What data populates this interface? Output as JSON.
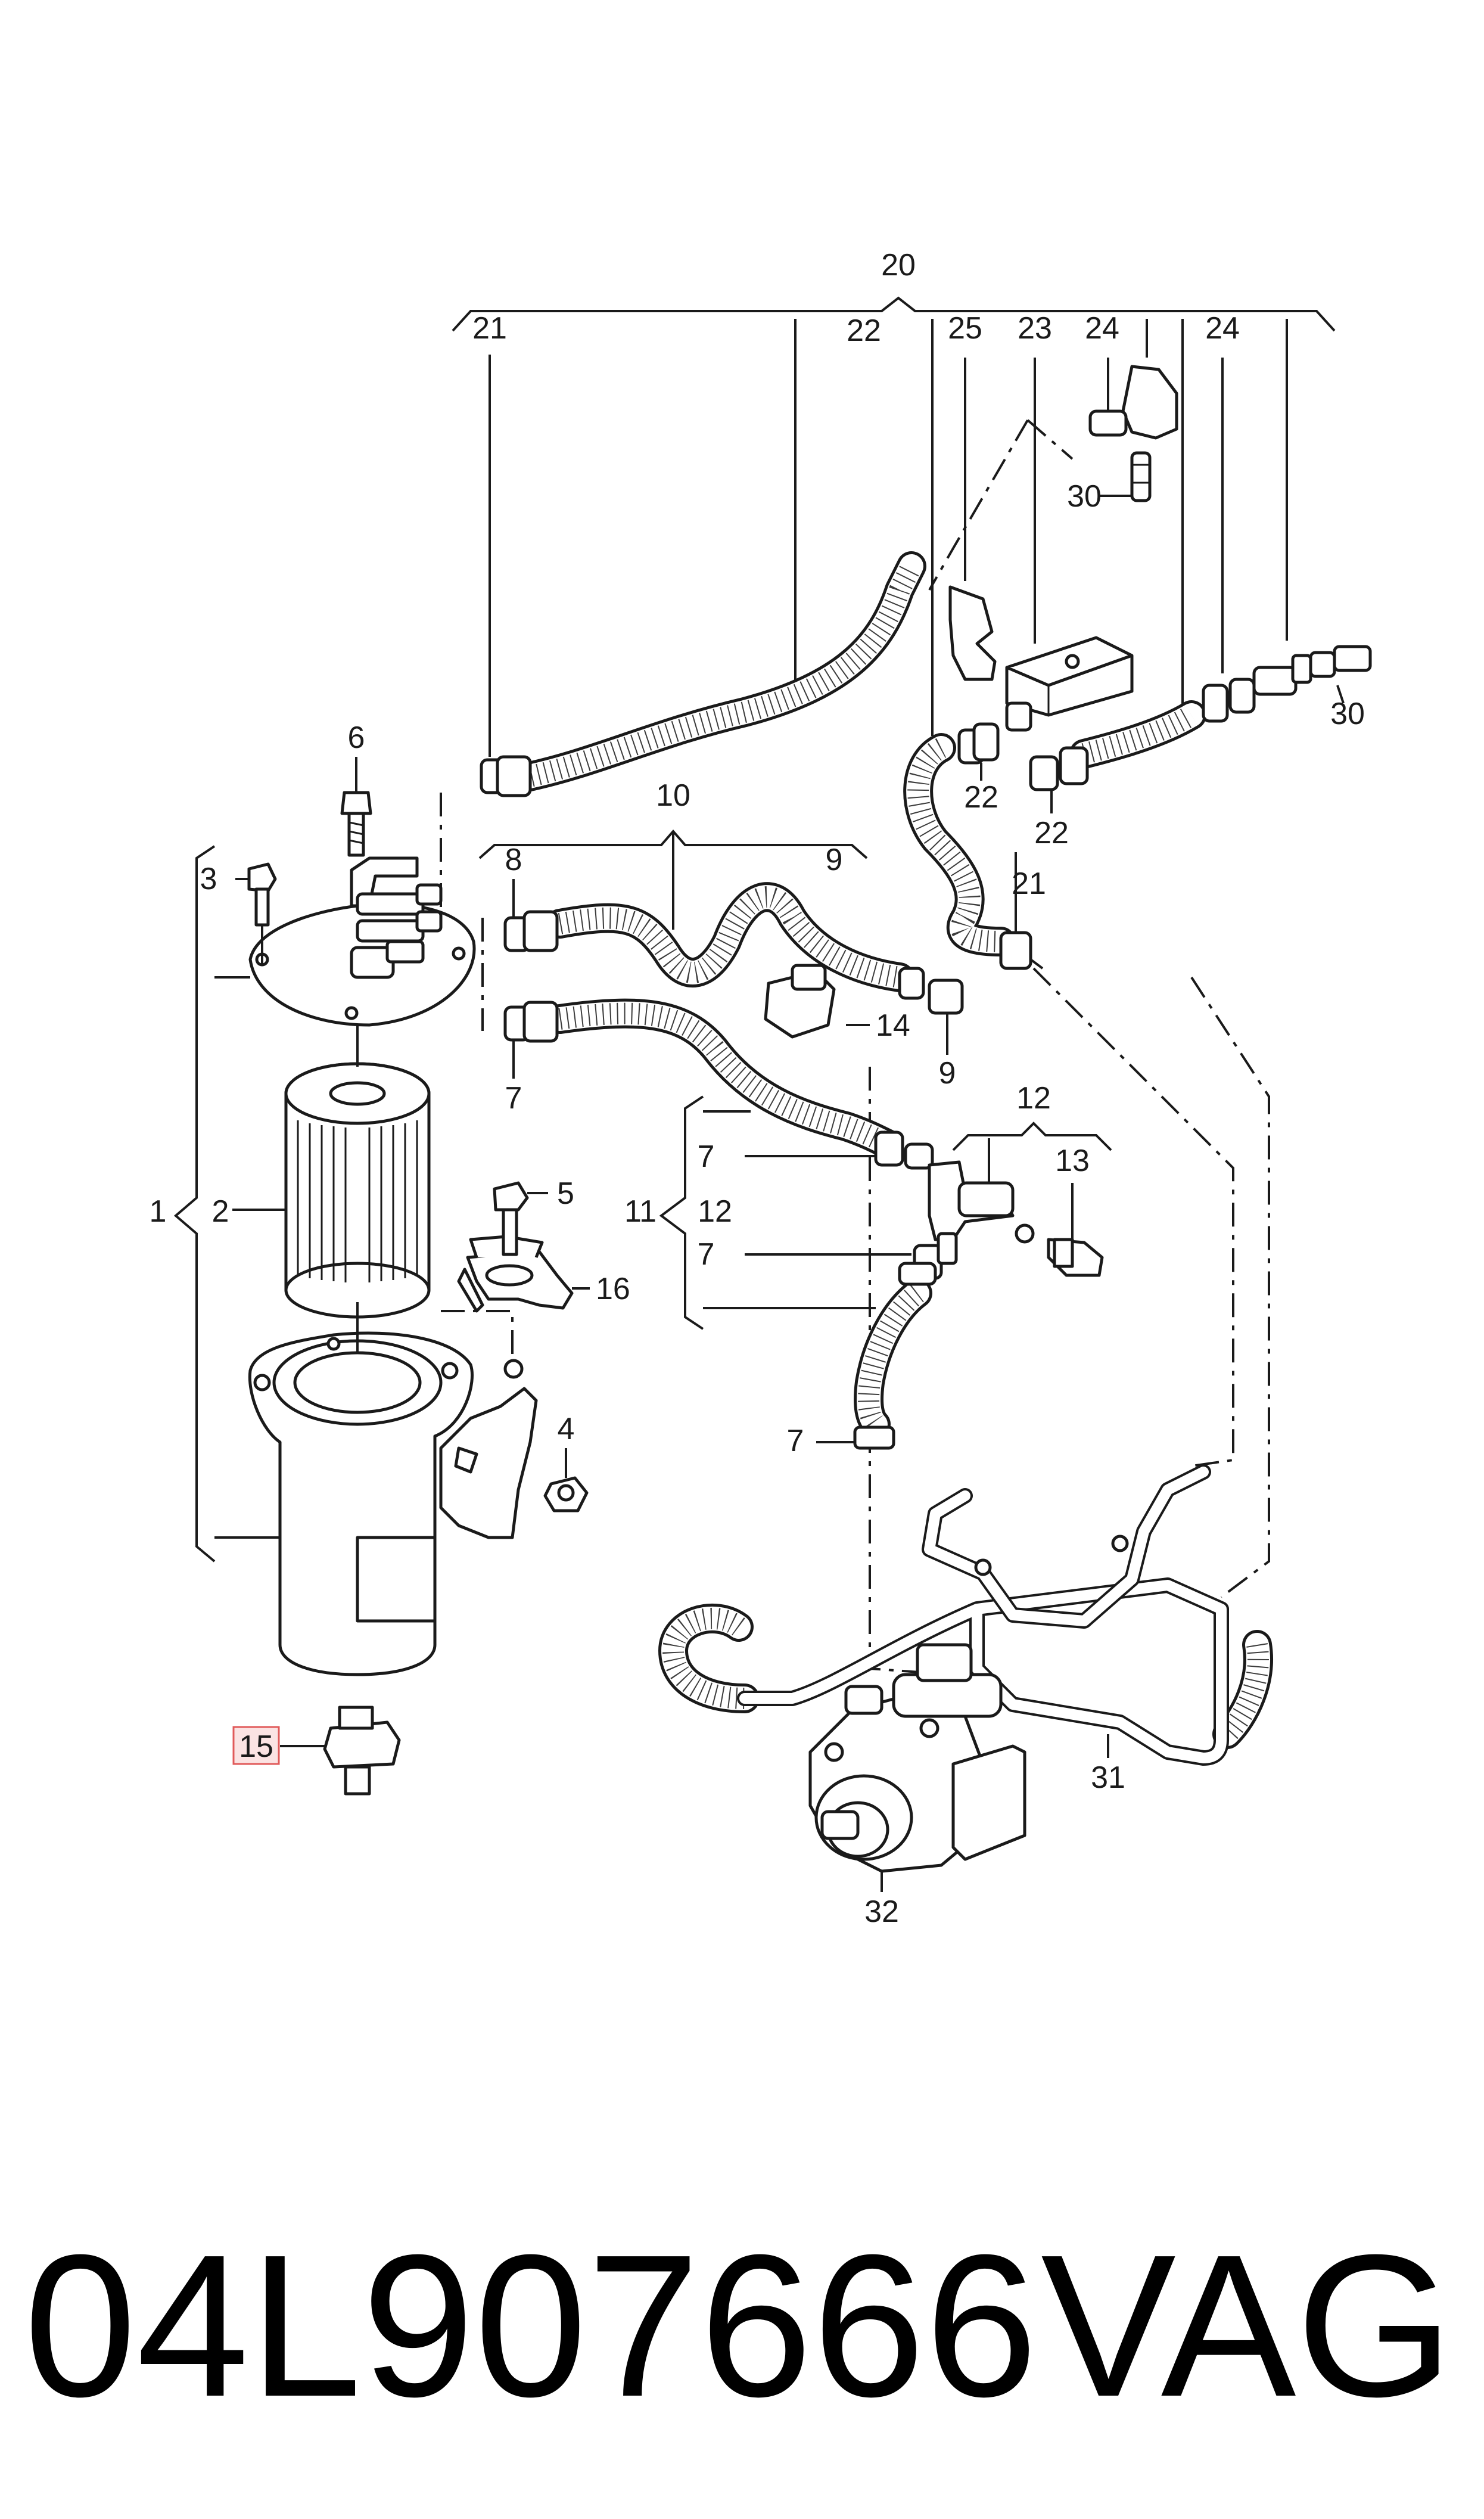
{
  "callouts": {
    "c20": "20",
    "c21a": "21",
    "c22a": "22",
    "c25": "25",
    "c23": "23",
    "c24a": "24",
    "c24b": "24",
    "c30a": "30",
    "c30b": "30",
    "c22b": "22",
    "c22c": "22",
    "c21b": "21",
    "c6": "6",
    "c10": "10",
    "c3": "3",
    "c8": "8",
    "c9a": "9",
    "c14": "14",
    "c9b": "9",
    "c7a": "7",
    "c12a": "12",
    "c13": "13",
    "c5": "5",
    "c1": "1",
    "c2": "2",
    "c11": "11",
    "c12b": "12",
    "c7b": "7",
    "c7c": "7",
    "c16": "16",
    "c4": "4",
    "c7d": "7",
    "c15": "15",
    "c31": "31",
    "c32": "32"
  },
  "footer": {
    "part_number": "04L907666",
    "brand": "VAG"
  },
  "colors": {
    "line": "#1a1a1a",
    "highlight_box": "#e05a5a",
    "highlight_fill": "#fbe3e3"
  }
}
